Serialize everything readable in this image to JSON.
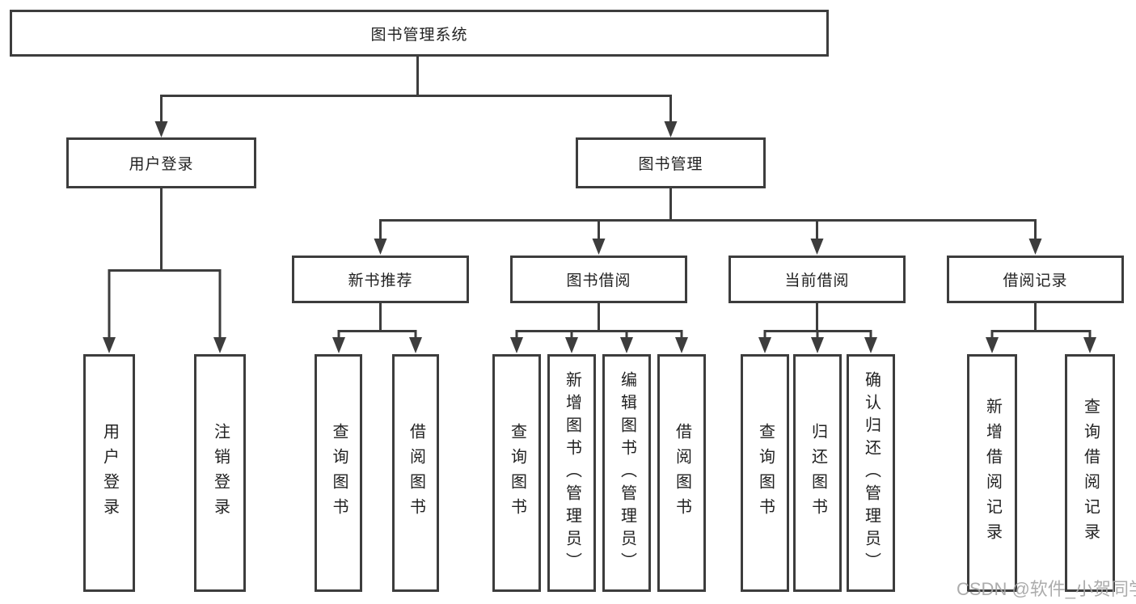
{
  "tree": {
    "label": "图书管理系统",
    "children": [
      {
        "label": "用户登录",
        "children": [
          {
            "label": "用户登录"
          },
          {
            "label": "注销登录"
          }
        ]
      },
      {
        "label": "图书管理",
        "children": [
          {
            "label": "新书推荐",
            "children": [
              {
                "label": "查询图书"
              },
              {
                "label": "借阅图书"
              }
            ]
          },
          {
            "label": "图书借阅",
            "children": [
              {
                "label": "查询图书"
              },
              {
                "label": "新增图书（管理员）"
              },
              {
                "label": "编辑图书（管理员）"
              },
              {
                "label": "借阅图书"
              }
            ]
          },
          {
            "label": "当前借阅",
            "children": [
              {
                "label": "查询图书"
              },
              {
                "label": "归还图书"
              },
              {
                "label": "确认归还（管理员）"
              }
            ]
          },
          {
            "label": "借阅记录",
            "children": [
              {
                "label": "新增借阅记录"
              },
              {
                "label": "查询借阅记录"
              }
            ]
          }
        ]
      }
    ]
  },
  "watermark": {
    "text": "CSDN @软件_小贺同学"
  },
  "colors": {
    "line": "#3d3d3d",
    "text": "#222222",
    "watermark": "#a6a6a6",
    "background": "#ffffff"
  }
}
